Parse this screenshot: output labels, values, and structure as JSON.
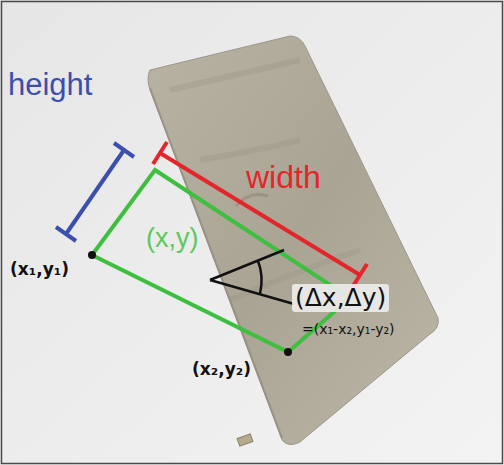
{
  "diagram": {
    "labels": [
      "height",
      "width",
      "(x,y)",
      "(x₁,y₁)",
      "(x₂,y₂)",
      "(Δx,Δy)",
      "=(x₁-x₂,y₁-y₂)"
    ]
  }
}
